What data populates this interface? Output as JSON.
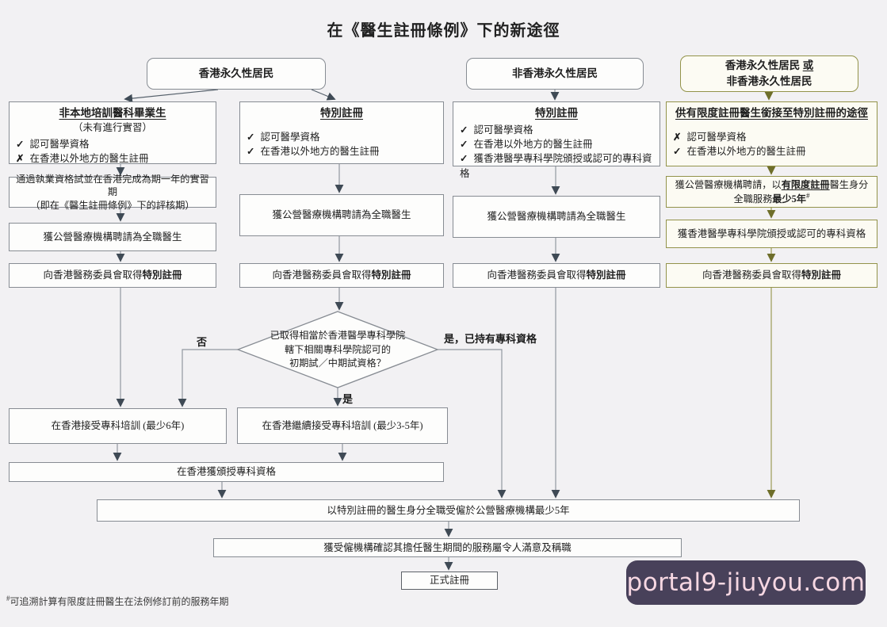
{
  "title": "在《醫生註冊條例》下的新途徑",
  "headers": {
    "permanent": "香港永久性居民",
    "non_permanent": "非香港永久性居民",
    "either_line1": "香港永久性居民 ",
    "either_or": "或",
    "either_line2": "非香港永久性居民"
  },
  "col1": {
    "entry_title": "非本地培訓醫科畢業生",
    "entry_subtitle": "（未有進行實習）",
    "items": [
      {
        "mark": "✓",
        "text": "認可醫學資格"
      },
      {
        "mark": "✗",
        "text": "在香港以外地方的醫生註冊"
      }
    ],
    "exam_line1": "通過執業資格試並在香港完成為期一年的實習期",
    "exam_line2": "（即在《醫生註冊條例》下的評核期）",
    "hired": "獲公營醫療機構聘請為全職醫生",
    "special_prefix": "向香港醫務委員會取得",
    "special_bold": "特別註冊",
    "training": "在香港接受專科培訓 (最少6年)"
  },
  "col2": {
    "entry_title": "特別註冊",
    "items": [
      {
        "mark": "✓",
        "text": "認可醫學資格"
      },
      {
        "mark": "✓",
        "text": "在香港以外地方的醫生註冊"
      }
    ],
    "hired": "獲公營醫療機構聘請為全職醫生",
    "special_prefix": "向香港醫務委員會取得",
    "special_bold": "特別註冊",
    "training": "在香港繼續接受專科培訓 (最少3-5年)"
  },
  "col3": {
    "entry_title": "特別註冊",
    "items": [
      {
        "mark": "✓",
        "text": "認可醫學資格"
      },
      {
        "mark": "✓",
        "text": "在香港以外地方的醫生註冊"
      },
      {
        "mark": "✓",
        "text": "獲香港醫學專科學院頒授或認可的專科資格"
      }
    ],
    "hired": "獲公營醫療機構聘請為全職醫生",
    "special_prefix": "向香港醫務委員會取得",
    "special_bold": "特別註冊"
  },
  "col4": {
    "entry_title": "供有限度註冊醫生銜接至特別註冊的途徑",
    "items": [
      {
        "mark": "✗",
        "text": "認可醫學資格"
      },
      {
        "mark": "✓",
        "text": "在香港以外地方的醫生註冊"
      }
    ],
    "hired_prefix": "獲公營醫療機構聘請，以",
    "hired_emph": "有限度註冊",
    "hired_suffix": "醫生身分",
    "hired_line2_prefix": "全職服務",
    "hired_line2_bold": "最少5年",
    "hired_sup": "#",
    "fellowship": "獲香港醫學專科學院頒授或認可的專科資格",
    "special_prefix": "向香港醫務委員會取得",
    "special_bold": "特別註冊"
  },
  "decision": {
    "line1": "已取得相當於香港醫學專科學院",
    "line2": "轄下相關專科學院認可的",
    "line3": "初期試／中期試資格？",
    "no_label": "否",
    "yes_label": "是",
    "yes_specialist_label": "是，已持有專科資格"
  },
  "bottom": {
    "fellowship_hk": "在香港獲頒授專科資格",
    "employed5y": "以特別註冊的醫生身分全職受僱於公營醫療機構最少5年",
    "confirm": "獲受僱機構確認其擔任醫生期間的服務屬令人滿意及稱職",
    "full_reg": "正式註冊"
  },
  "footnote": {
    "sup": "#",
    "text": "可追溯計算有限度註冊醫生在法例修訂前的服務年期"
  },
  "watermark": "portal9-jiuyou.com",
  "colors": {
    "olive_border": "#93934a",
    "gray_line": "#9298a0",
    "arrow_dark": "#3f4a55",
    "arrow_olive": "#6e6e2a",
    "watermark_bg": "#48415a",
    "watermark_text": "#f6d7e2"
  }
}
